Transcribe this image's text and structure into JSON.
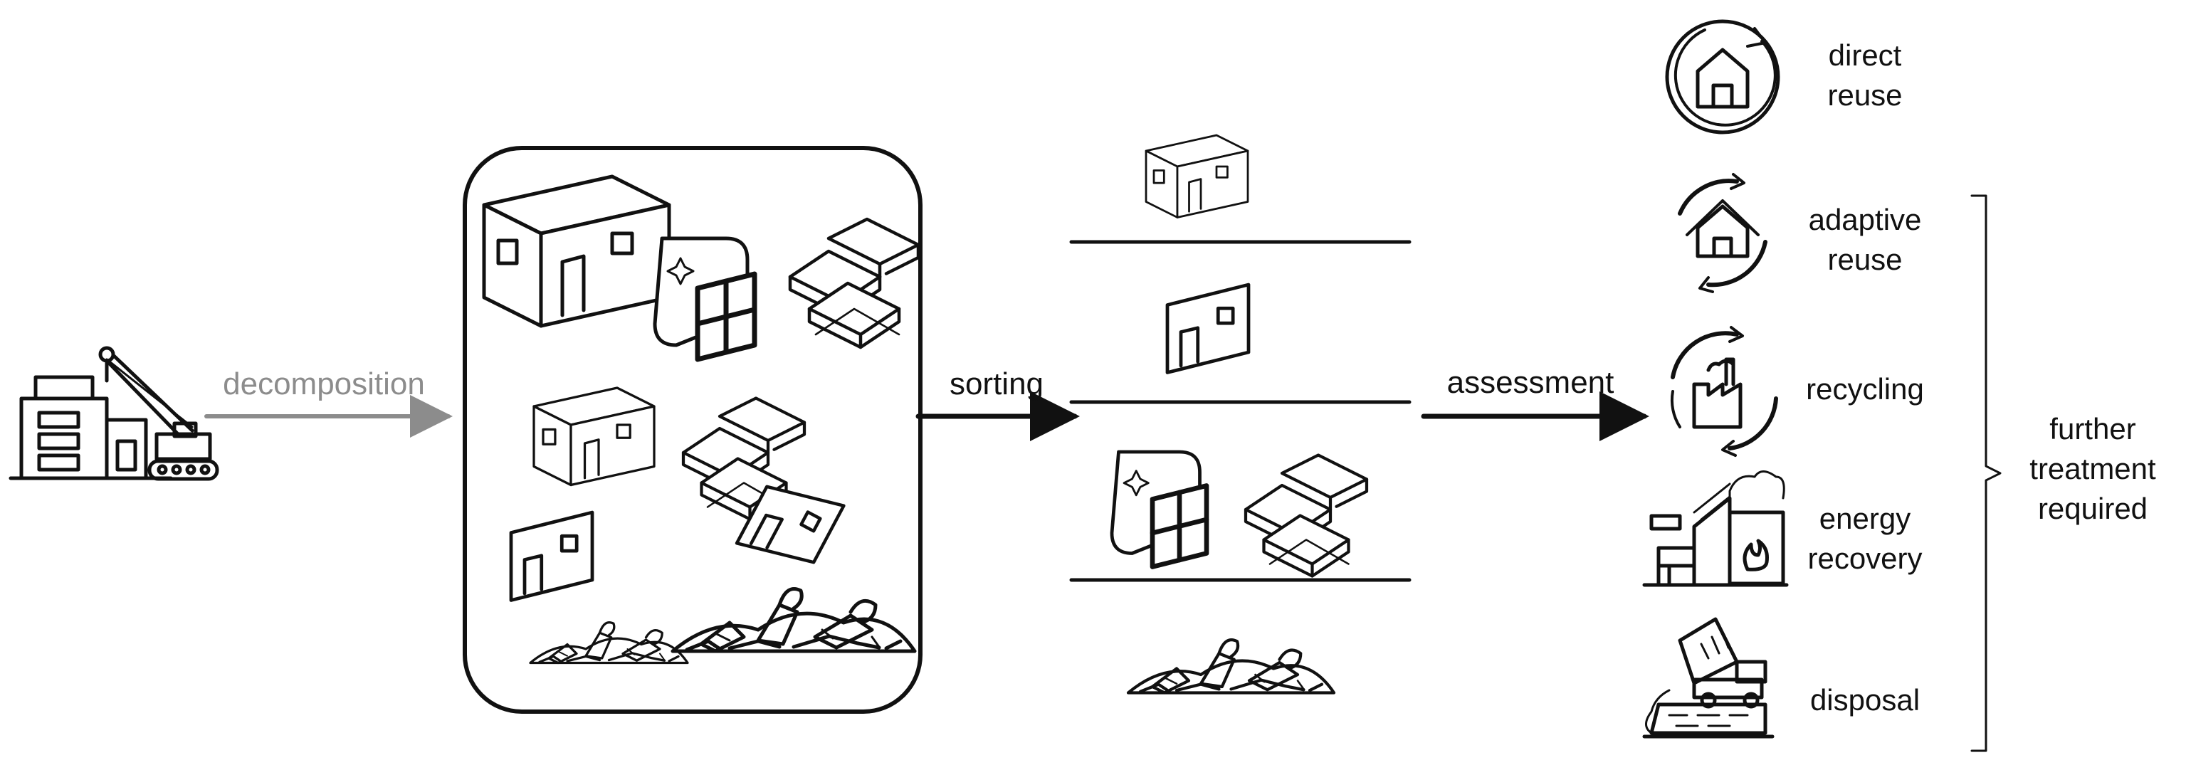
{
  "flow": {
    "decomposition": "decomposition",
    "sorting": "sorting",
    "assessment": "assessment"
  },
  "options": [
    {
      "line1": "direct",
      "line2": "reuse",
      "icon": "house-cycle-icon"
    },
    {
      "line1": "adaptive",
      "line2": "reuse",
      "icon": "house-arrows-icon"
    },
    {
      "line1": "recycling",
      "line2": "",
      "icon": "factory-cycle-icon"
    },
    {
      "line1": "energy",
      "line2": "recovery",
      "icon": "incinerator-icon"
    },
    {
      "line1": "disposal",
      "line2": "",
      "icon": "dump-truck-icon"
    }
  ],
  "bracket": {
    "line1": "further",
    "line2": "treatment",
    "line3": "required"
  },
  "colors": {
    "ink": "#111111",
    "decomposition_arrow": "#8c8c8c"
  }
}
